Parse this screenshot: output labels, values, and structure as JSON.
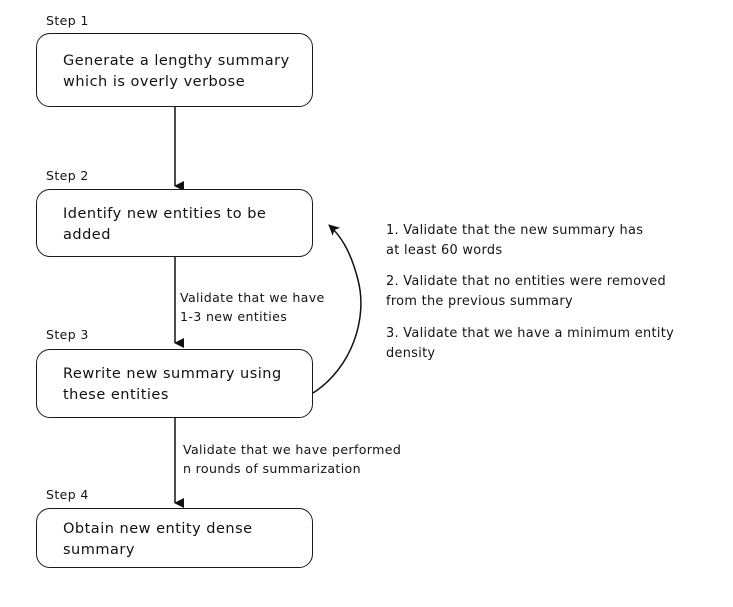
{
  "diagram": {
    "background_color": "#ffffff",
    "stroke_color": "#1b1b1b",
    "text_color": "#111111"
  },
  "steps": [
    {
      "label": "Step 1",
      "text": "Generate a lengthy summary\nwhich is overly verbose"
    },
    {
      "label": "Step 2",
      "text": "Identify new entities to be\nadded"
    },
    {
      "label": "Step 3",
      "text": "Rewrite new summary using\nthese entities"
    },
    {
      "label": "Step 4",
      "text": "Obtain new entity dense\nsummary"
    }
  ],
  "edge_labels": [
    {
      "text": "Validate that we have\n1-3 new entities"
    },
    {
      "text": "Validate that we have performed\nn rounds of summarization"
    }
  ],
  "validations": [
    {
      "text": "1. Validate that the new summary has\nat least 60 words"
    },
    {
      "text": "2. Validate that no entities were removed\nfrom the previous summary"
    },
    {
      "text": "3. Validate that we have a minimum entity\ndensity"
    }
  ]
}
